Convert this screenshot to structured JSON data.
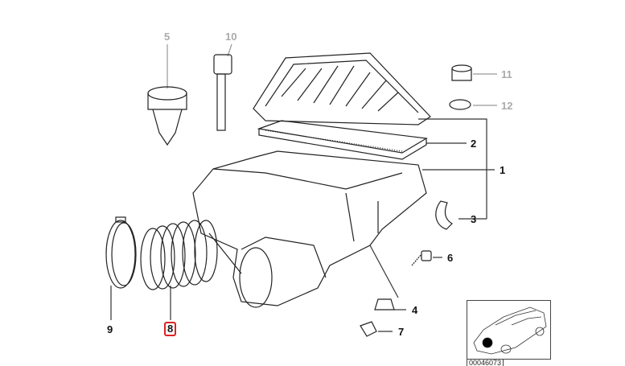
{
  "diagram": {
    "callouts": [
      {
        "id": "5",
        "number": "5",
        "state": "dimmed"
      },
      {
        "id": "10",
        "number": "10",
        "state": "dimmed"
      },
      {
        "id": "11",
        "number": "11",
        "state": "dimmed"
      },
      {
        "id": "12",
        "number": "12",
        "state": "dimmed"
      },
      {
        "id": "1",
        "number": "1",
        "state": "normal"
      },
      {
        "id": "2",
        "number": "2",
        "state": "normal"
      },
      {
        "id": "3",
        "number": "3",
        "state": "normal"
      },
      {
        "id": "4",
        "number": "4",
        "state": "normal"
      },
      {
        "id": "6",
        "number": "6",
        "state": "normal"
      },
      {
        "id": "7",
        "number": "7",
        "state": "normal"
      },
      {
        "id": "8",
        "number": "8",
        "state": "selected"
      },
      {
        "id": "9",
        "number": "9",
        "state": "normal"
      }
    ],
    "thumbnail_caption": "00046073",
    "highlight_color": "#dd2222"
  }
}
